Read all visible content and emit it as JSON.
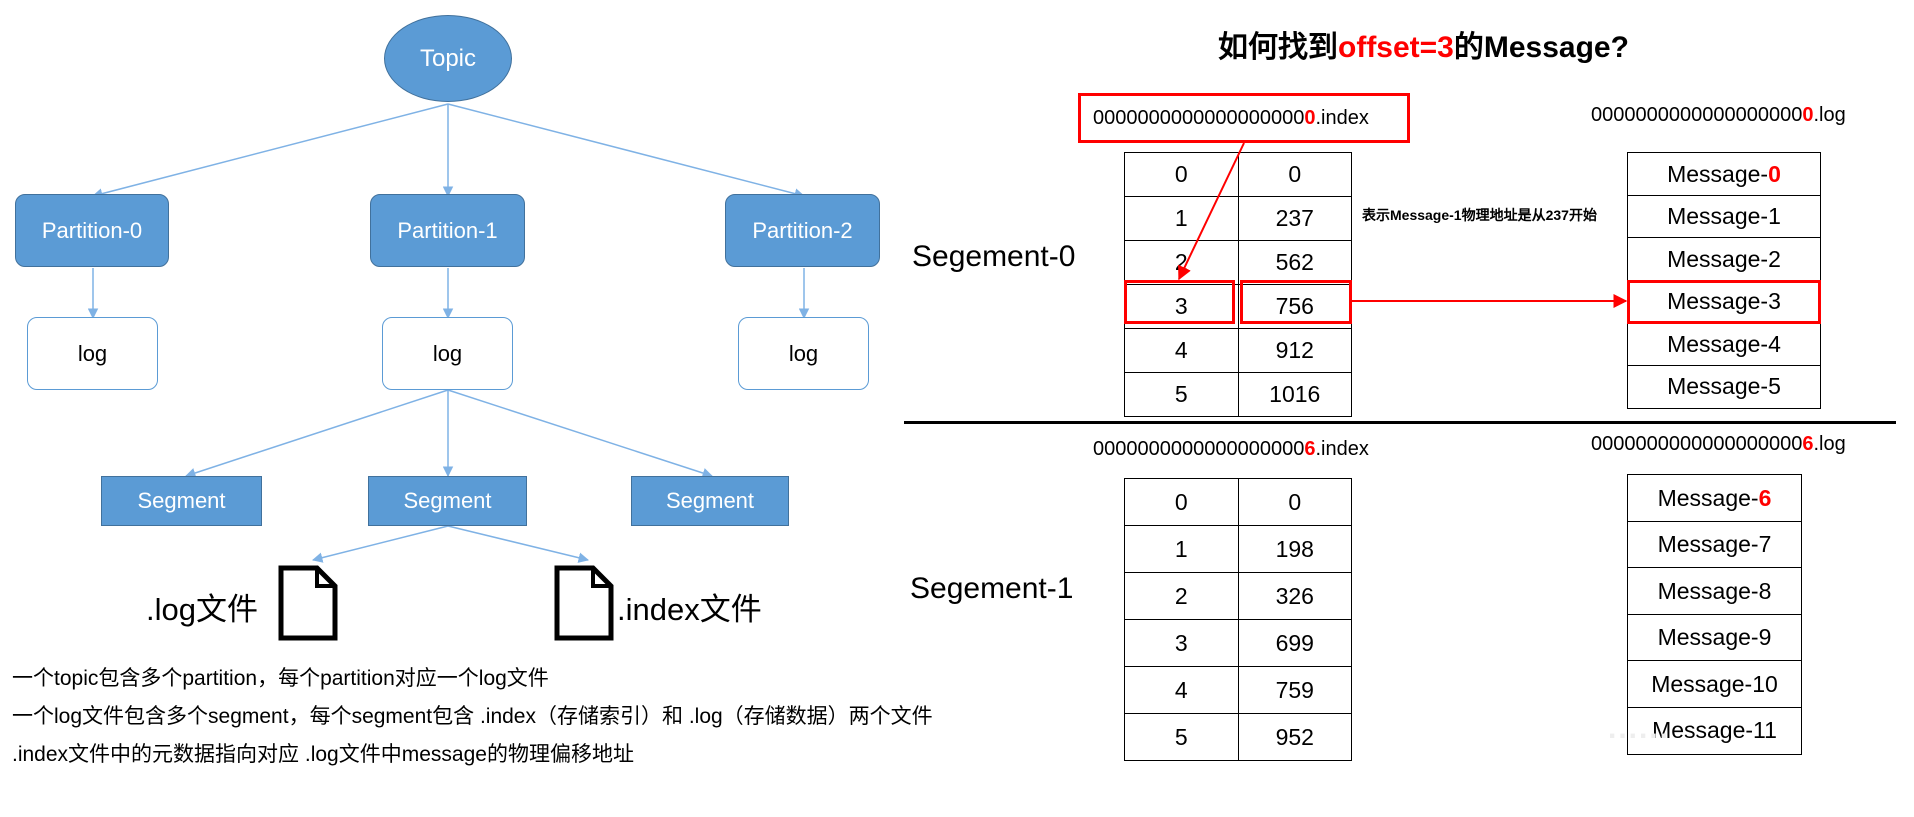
{
  "left": {
    "topic": "Topic",
    "partitions": [
      "Partition-0",
      "Partition-1",
      "Partition-2"
    ],
    "log_label": "log",
    "segments": [
      "Segment",
      "Segment",
      "Segment"
    ],
    "log_file_label": ".log文件",
    "index_file_label": ".index文件",
    "descriptions": [
      "一个topic包含多个partition，每个partition对应一个log文件",
      "一个log文件包含多个segment，每个segment包含 .index（存储索引）和 .log（存储数据）两个文件",
      ".index文件中的元数据指向对应 .log文件中message的物理偏移地址"
    ]
  },
  "right": {
    "title_prefix": "如何找到",
    "title_highlight": "offset=3",
    "title_suffix": "的Message?",
    "segment0": {
      "label": "Segement-0",
      "index_file_prefix": "0000000000000000000",
      "index_file_highlight": "0",
      "index_file_suffix": ".index",
      "log_file_prefix": "0000000000000000000",
      "log_file_highlight": "0",
      "log_file_suffix": ".log",
      "index_rows": [
        [
          "0",
          "0"
        ],
        [
          "1",
          "237"
        ],
        [
          "2",
          "562"
        ],
        [
          "3",
          "756"
        ],
        [
          "4",
          "912"
        ],
        [
          "5",
          "1016"
        ]
      ],
      "messages": [
        {
          "prefix": "Message-",
          "highlight": "0"
        },
        {
          "prefix": "Message-1",
          "highlight": ""
        },
        {
          "prefix": "Message-2",
          "highlight": ""
        },
        {
          "prefix": "Message-3",
          "highlight": ""
        },
        {
          "prefix": "Message-4",
          "highlight": ""
        },
        {
          "prefix": "Message-5",
          "highlight": ""
        }
      ],
      "note": "表示Message-1物理地址是从237开始"
    },
    "segment1": {
      "label": "Segement-1",
      "index_file_prefix": "0000000000000000000",
      "index_file_highlight": "6",
      "index_file_suffix": ".index",
      "log_file_prefix": "0000000000000000000",
      "log_file_highlight": "6",
      "log_file_suffix": ".log",
      "index_rows": [
        [
          "0",
          "0"
        ],
        [
          "1",
          "198"
        ],
        [
          "2",
          "326"
        ],
        [
          "3",
          "699"
        ],
        [
          "4",
          "759"
        ],
        [
          "5",
          "952"
        ]
      ],
      "messages": [
        {
          "prefix": "Message-",
          "highlight": "6"
        },
        {
          "prefix": "Message-7",
          "highlight": ""
        },
        {
          "prefix": "Message-8",
          "highlight": ""
        },
        {
          "prefix": "Message-9",
          "highlight": ""
        },
        {
          "prefix": "Message-10",
          "highlight": ""
        },
        {
          "prefix": "Message-11",
          "highlight": ""
        }
      ]
    }
  },
  "colors": {
    "node_blue": "#5b9bd5",
    "node_border": "#41719c",
    "arrow_blue": "#7fb2e5",
    "highlight_red": "#ff0000"
  }
}
